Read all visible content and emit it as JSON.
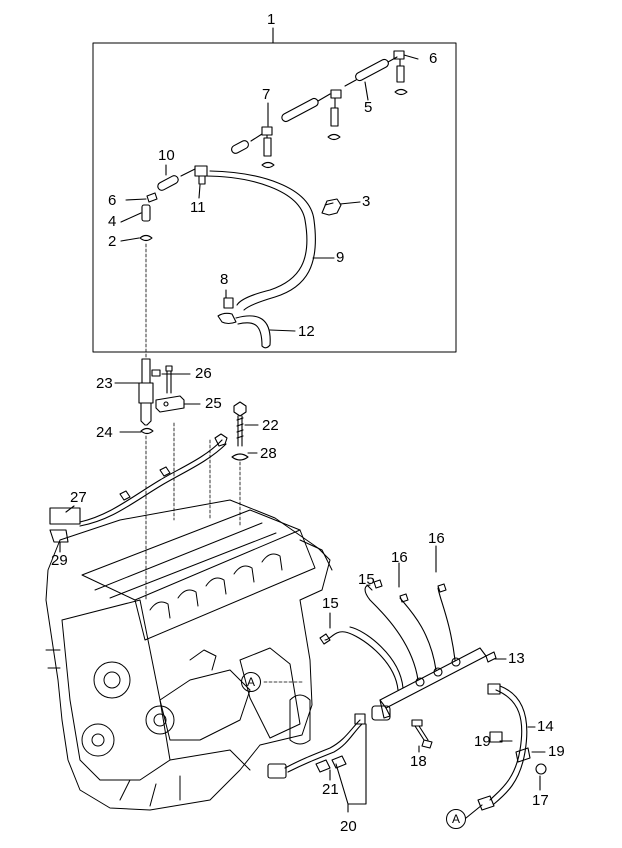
{
  "diagram": {
    "callouts": [
      {
        "id": "c1",
        "text": "1"
      },
      {
        "id": "c2",
        "text": "2"
      },
      {
        "id": "c3",
        "text": "3"
      },
      {
        "id": "c4",
        "text": "4"
      },
      {
        "id": "c5",
        "text": "5"
      },
      {
        "id": "c6a",
        "text": "6"
      },
      {
        "id": "c6b",
        "text": "6"
      },
      {
        "id": "c7",
        "text": "7"
      },
      {
        "id": "c8",
        "text": "8"
      },
      {
        "id": "c9",
        "text": "9"
      },
      {
        "id": "c10",
        "text": "10"
      },
      {
        "id": "c11",
        "text": "11"
      },
      {
        "id": "c12",
        "text": "12"
      },
      {
        "id": "c13",
        "text": "13"
      },
      {
        "id": "c14",
        "text": "14"
      },
      {
        "id": "c15a",
        "text": "15"
      },
      {
        "id": "c15b",
        "text": "15"
      },
      {
        "id": "c16a",
        "text": "16"
      },
      {
        "id": "c16b",
        "text": "16"
      },
      {
        "id": "c17",
        "text": "17"
      },
      {
        "id": "c18",
        "text": "18"
      },
      {
        "id": "c19a",
        "text": "19"
      },
      {
        "id": "c19b",
        "text": "19"
      },
      {
        "id": "c20",
        "text": "20"
      },
      {
        "id": "c21",
        "text": "21"
      },
      {
        "id": "c22",
        "text": "22"
      },
      {
        "id": "c23",
        "text": "23"
      },
      {
        "id": "c24",
        "text": "24"
      },
      {
        "id": "c25",
        "text": "25"
      },
      {
        "id": "c26",
        "text": "26"
      },
      {
        "id": "c27",
        "text": "27"
      },
      {
        "id": "c28",
        "text": "28"
      },
      {
        "id": "c29",
        "text": "29"
      }
    ],
    "refs": [
      {
        "id": "refA1",
        "text": "A"
      },
      {
        "id": "refA2",
        "text": "A"
      }
    ],
    "colors": {
      "line": "#000000",
      "background": "#ffffff"
    }
  }
}
